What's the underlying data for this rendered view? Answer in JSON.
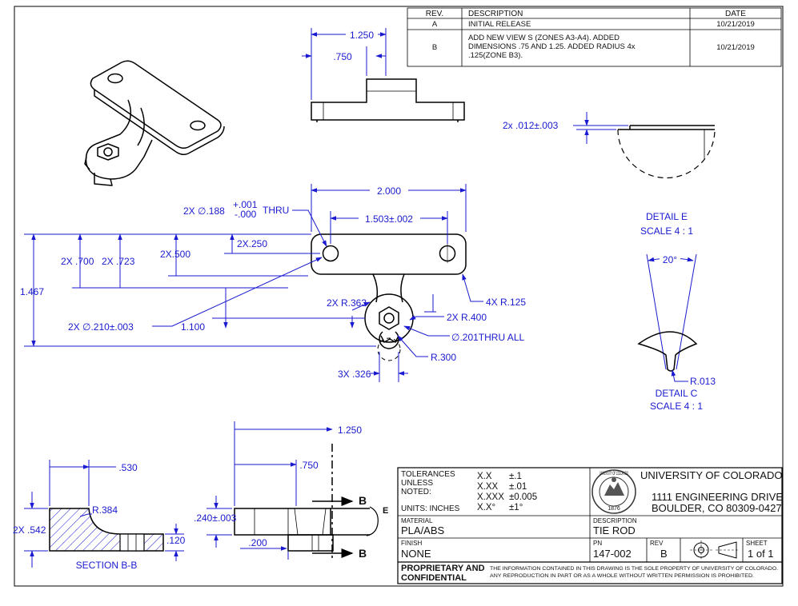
{
  "revision_table": {
    "headers": {
      "rev": "REV.",
      "description": "DESCRIPTION",
      "date": "DATE"
    },
    "rows": [
      {
        "rev": "A",
        "line1": "INITIAL RELEASE",
        "line2": "",
        "line3": "",
        "date": "10/21/2019"
      },
      {
        "rev": "B",
        "line1": "ADD NEW VIEW S (ZONES A3-A4). ADDED",
        "line2": "DIMENSIONS .75 AND 1.25. ADDED RADIUS 4x",
        "line3": ".125(ZONE B3).",
        "date": "10/21/2019"
      }
    ]
  },
  "dimensions": {
    "top_1250": "1.250",
    "top_750": ".750",
    "detail_e_thk": "2x .012±.003",
    "overall_2000": "2.000",
    "hole_span": "1.503±.002",
    "hole_dia_a": "2X ∅.188",
    "hole_tol_plus": "+.001",
    "hole_tol_minus": "-.000",
    "thru": "THRU",
    "d_250": "2X.250",
    "d_500": "2X.500",
    "d_700": "2X .700",
    "d_723": "2X .723",
    "d_1467": "1.467",
    "d_r363": "2X R.363",
    "d_r400": "2X R.400",
    "d_r125": "4X R.125",
    "d_201": "∅.201THRU ALL",
    "d_210": "2X ∅.210±.003",
    "d_1100": "1.100",
    "d_r300": "R.300",
    "d_326": "3X .326",
    "sec_530": ".530",
    "sec_r384": "R.384",
    "sec_542": "2X .542",
    "sec_120": ".120",
    "side_1250": "1.250",
    "side_750": ".750",
    "side_240": ".240±.003",
    "side_200": ".200",
    "sec_letter": "B"
  },
  "labels": {
    "detail_e_title": "DETAIL E",
    "detail_e_scale": "SCALE 4 : 1",
    "detail_c_title": "DETAIL C",
    "detail_c_scale": "SCALE 4 : 1",
    "angle_20": "20°",
    "r_013": "R.013",
    "section_bb": "SECTION B-B",
    "detail_e_callout": "E"
  },
  "title_block": {
    "tol_title": "TOLERANCES",
    "tol_unless": "UNLESS",
    "tol_noted": "NOTED:",
    "units": "UNITS: INCHES",
    "tol_rows": [
      {
        "fmt": "X.X",
        "val": "±.1"
      },
      {
        "fmt": "X.XX",
        "val": "±.01"
      },
      {
        "fmt": "X.XXX",
        "val": "±0.005"
      },
      {
        "fmt": "X.X°",
        "val": "±1°"
      }
    ],
    "org_name": "UNIVERSITY OF COLORADO",
    "org_address1": "1111 ENGINEERING DRIVE",
    "org_address2": "BOULDER, CO 80309-0427",
    "seal_text": "UNIVERSITY OF COLORADO",
    "seal_year": "1876",
    "material_label": "MATERIAL",
    "material": "PLA/ABS",
    "description_label": "DESCRIPTION",
    "description": "TIE ROD",
    "finish_label": "FINISH",
    "finish": "NONE",
    "pn_label": "PN",
    "pn": "147-002",
    "rev_label": "REV",
    "rev": "B",
    "sheet_label": "SHEET",
    "sheet": "1 of 1",
    "proprietary1": "PROPRIETARY AND",
    "proprietary2": "CONFIDENTIAL",
    "notice1": "THE INFORMATION CONTAINED IN THIS DRAWING IS THE SOLE PROPERTY OF UNIVERSITY OF COLORADO.",
    "notice2": "ANY REPRODUCTION IN PART OR AS A WHOLE WITHOUT WRITTEN PERMISSION IS PROHIBITED."
  }
}
